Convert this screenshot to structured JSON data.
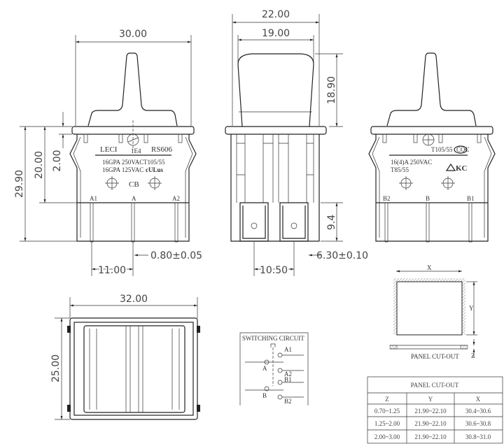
{
  "front_view": {
    "width_dim": "30.00",
    "height_dim": "29.90",
    "body_dim": "20.00",
    "flange_dim": "2.00",
    "pin_pitch_dim": "11.00",
    "pin_thickness_dim": "0.80±0.05",
    "brand": "LECI",
    "model": "RS606",
    "lamp_mark": "1E4",
    "rating_1": "16GPA 250VAC",
    "rating_2": "16GPA 125VAC",
    "temp_rating": "T105/55",
    "cert_mark": "CB",
    "ul_mark": "cULus",
    "terminals": [
      "A1",
      "A",
      "A2"
    ]
  },
  "side_view": {
    "total_width_dim": "22.00",
    "rocker_width_dim": "19.00",
    "rocker_height_dim": "18.90",
    "terminal_length_dim": "9.4",
    "terminal_pitch_dim": "10.50",
    "terminal_width_dim": "6.30±0.10"
  },
  "back_view": {
    "temp_rating": "T105/55",
    "cqc_mark": "CQC",
    "rating": "16(4)A 250VAC",
    "temp_rating_2": "T85/55",
    "kc_mark": "KC",
    "terminals": [
      "B2",
      "B",
      "B1"
    ]
  },
  "top_view": {
    "width_dim": "32.00",
    "height_dim": "25.00"
  },
  "switching_circuit": {
    "title": "SWITCHING CIRCUIT",
    "labels": [
      "A1",
      "A",
      "A2",
      "B1",
      "B",
      "B2"
    ]
  },
  "panel_drawing": {
    "x_label": "X",
    "y_label": "Y",
    "z_label": "Z",
    "caption": "PANEL CUT-OUT"
  },
  "panel_table": {
    "title": "PANEL CUT-OUT",
    "headers": [
      "Z",
      "Y",
      "X"
    ],
    "rows": [
      [
        "0.70~1.25",
        "21.90~22.10",
        "30.4~30.6"
      ],
      [
        "1.25~2.00",
        "21.90~22.10",
        "30.6~30.8"
      ],
      [
        "2.00~3.00",
        "21.90~22.10",
        "30.8~31.0"
      ]
    ]
  }
}
